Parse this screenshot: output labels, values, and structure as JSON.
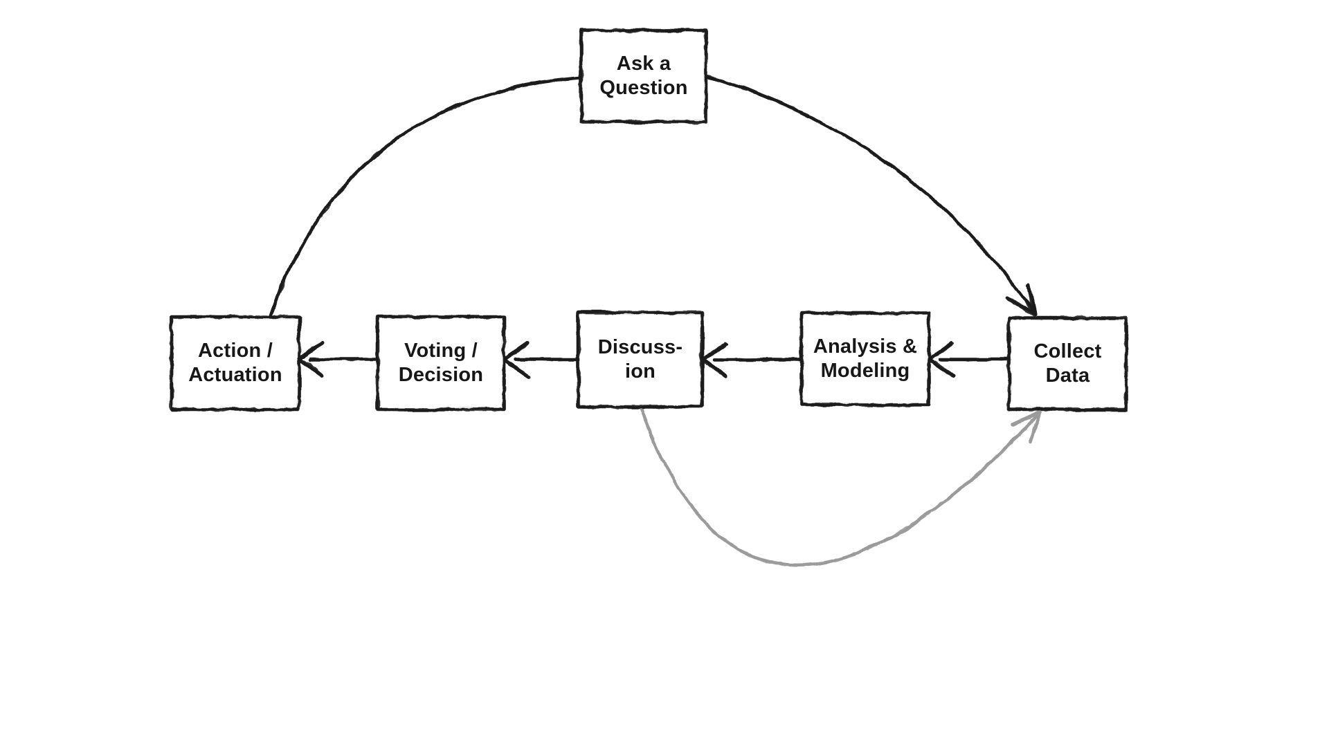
{
  "diagram": {
    "background": "#ffffff",
    "colors": {
      "ink": "#1a1a1a",
      "gray_accent": "#9b9b9b"
    },
    "nodes": [
      {
        "id": "ask-a-question",
        "line1": "Ask a",
        "line2": "Question"
      },
      {
        "id": "action-actuation",
        "line1": "Action /",
        "line2": "Actuation"
      },
      {
        "id": "voting-decision",
        "line1": "Voting /",
        "line2": "Decision"
      },
      {
        "id": "discussion",
        "line1": "Discuss-",
        "line2": "ion"
      },
      {
        "id": "analysis-modeling",
        "line1": "Analysis &",
        "line2": "Modeling"
      },
      {
        "id": "collect-data",
        "line1": "Collect",
        "line2": "Data"
      }
    ],
    "edges": [
      {
        "from": "ask-a-question",
        "to": "collect-data",
        "shape": "arc-over-top-right",
        "color": "#1a1a1a",
        "arrowhead": "into-top-of-collect-data"
      },
      {
        "from": "collect-data",
        "to": "analysis-modeling",
        "shape": "straight",
        "color": "#1a1a1a",
        "arrowhead": "left-chevron"
      },
      {
        "from": "analysis-modeling",
        "to": "discussion",
        "shape": "straight",
        "color": "#1a1a1a",
        "arrowhead": "left-chevron"
      },
      {
        "from": "discussion",
        "to": "voting-decision",
        "shape": "straight",
        "color": "#1a1a1a",
        "arrowhead": "left-chevron"
      },
      {
        "from": "voting-decision",
        "to": "action-actuation",
        "shape": "straight",
        "color": "#1a1a1a",
        "arrowhead": "left-chevron"
      },
      {
        "from": "action-actuation",
        "to": "ask-a-question",
        "shape": "arc-over-top-left",
        "color": "#1a1a1a",
        "arrowhead": "none"
      },
      {
        "from": "discussion",
        "to": "collect-data",
        "shape": "arc-under-bottom",
        "color": "#9b9b9b",
        "arrowhead": "into-bottom-of-collect-data"
      }
    ]
  }
}
